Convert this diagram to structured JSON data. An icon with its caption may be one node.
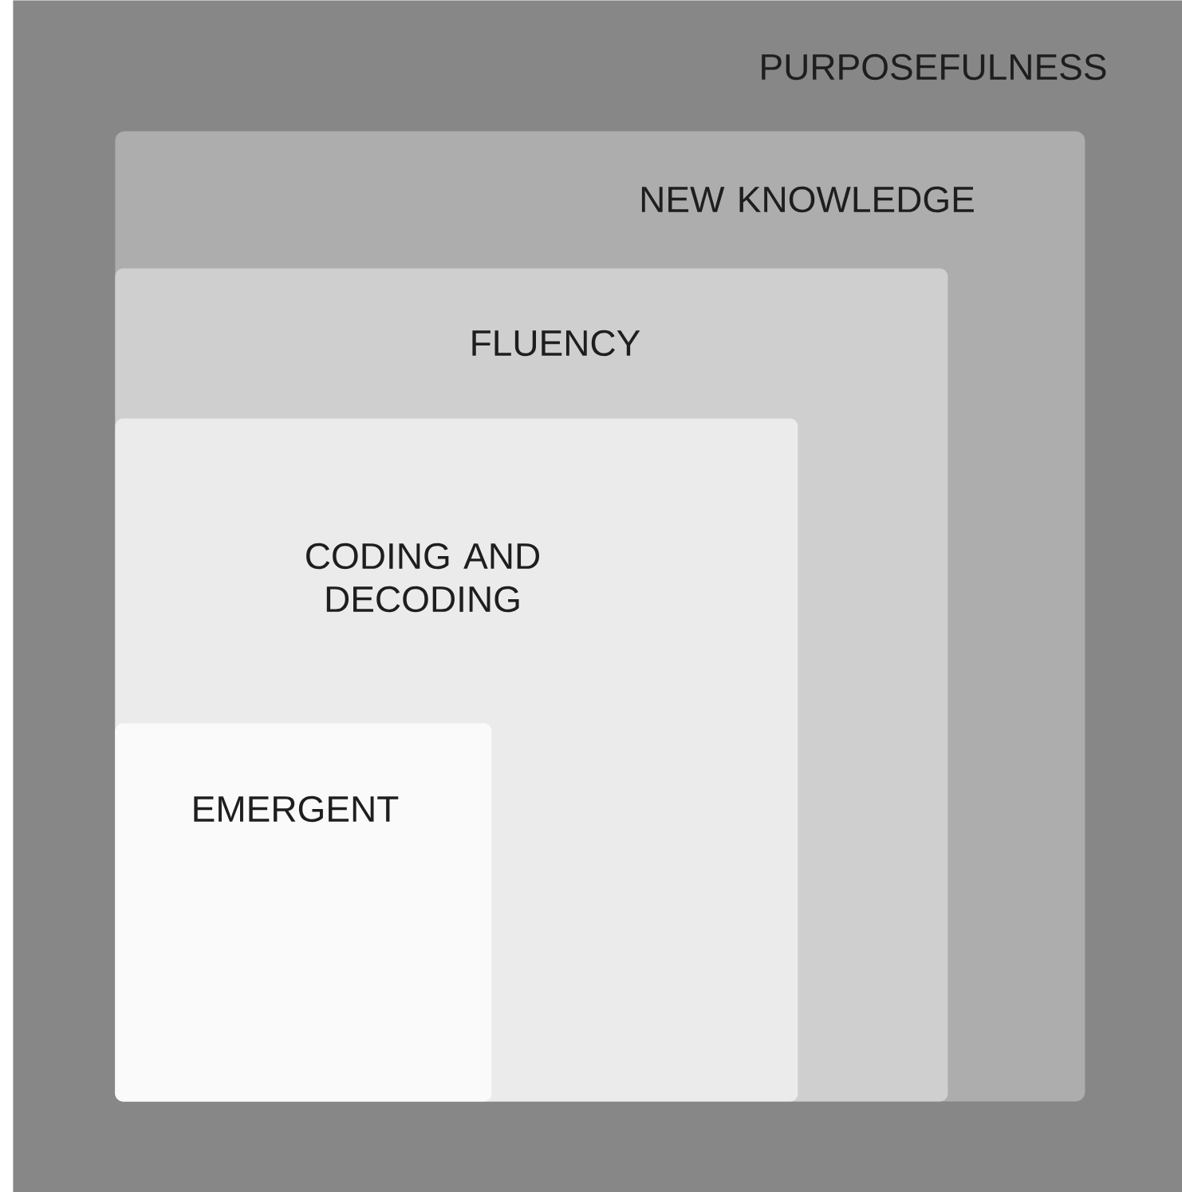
{
  "diagram": {
    "nodes": [
      {
        "text": [
          "PURPOSEFULNESS"
        ]
      },
      {
        "text": [
          "NEW KNOWLEDGE"
        ],
        "in": 0
      },
      {
        "text": [
          "FLUENCY"
        ],
        "in": 1
      },
      {
        "text": [
          "CODING AND DECODING"
        ],
        "in": 2
      },
      {
        "text": [
          "EMERGENT"
        ],
        "in": 3
      }
    ]
  }
}
